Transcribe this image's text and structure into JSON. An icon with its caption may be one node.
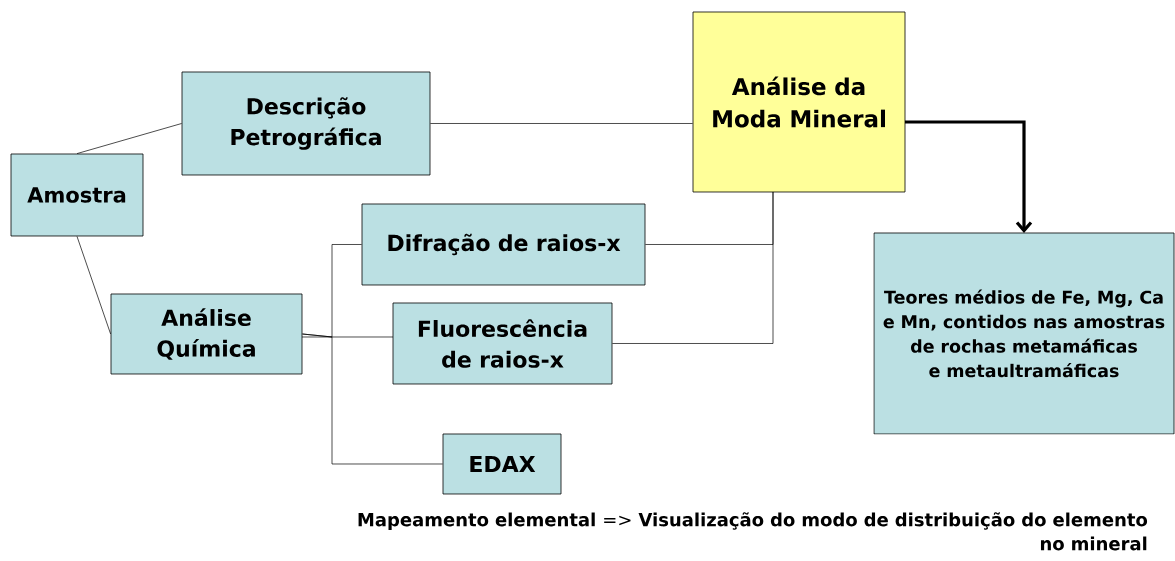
{
  "diagram": {
    "nodes": [
      {
        "text": [
          "Amostra"
        ]
      },
      {
        "text": [
          "Descrição Petrográfica"
        ]
      },
      {
        "text": [
          "Análise da Moda Mineral"
        ]
      },
      {
        "text": [
          "Análise Química"
        ]
      },
      {
        "text": [
          "Difração de raios-x"
        ]
      },
      {
        "text": [
          "Fluorescência de raios-x"
        ]
      },
      {
        "text": [
          "EDAX"
        ]
      },
      {
        "text": [
          "Teores médios de Fe, Mg, Ca e Mn, contidos nas amostras de rochas metamáficas e metaultramáficas"
        ]
      }
    ],
    "edges": [
      {
        "from": 0,
        "to": 1,
        "arrow": "none"
      },
      {
        "from": 0,
        "to": 3,
        "arrow": "none"
      },
      {
        "from": 1,
        "to": 2,
        "arrow": "none"
      },
      {
        "from": 3,
        "to": 4,
        "arrow": "none"
      },
      {
        "from": 3,
        "to": 5,
        "arrow": "none"
      },
      {
        "from": 3,
        "to": 6,
        "arrow": "none"
      },
      {
        "from": 4,
        "to": 2,
        "arrow": "none"
      },
      {
        "from": 5,
        "to": 2,
        "arrow": "none"
      },
      {
        "from": 2,
        "to": 7,
        "arrow": "to",
        "style": "thick"
      }
    ],
    "labels": [
      "**Mapeamento elemental** => **Visualização do modo de distribuição do elemento no mineral**"
    ]
  }
}
